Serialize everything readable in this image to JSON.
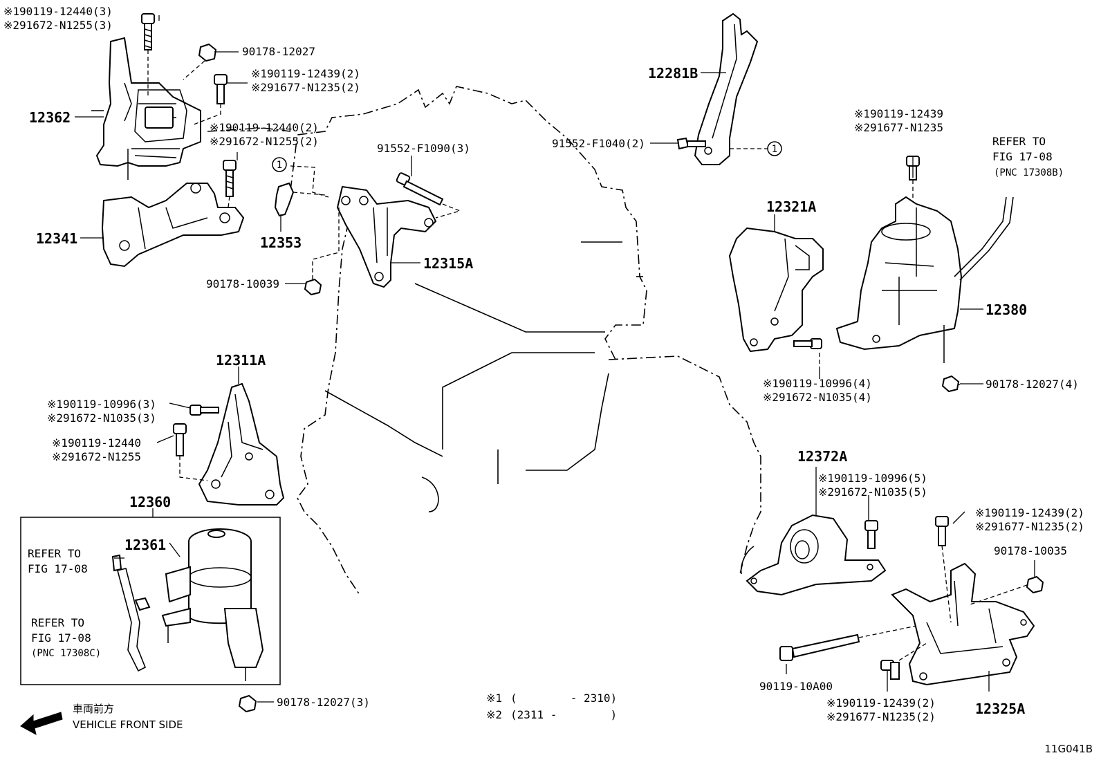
{
  "diagram_id": "11G041B",
  "callout_number": "1",
  "direction": {
    "label_jp": "車両前方",
    "label_en": "VEHICLE FRONT SIDE"
  },
  "date_notes": [
    {
      "mark": "※1",
      "text": "(        - 2310)"
    },
    {
      "mark": "※2",
      "text": "(2311 -        )"
    }
  ],
  "parts": {
    "p12362": "12362",
    "p12341": "12341",
    "p12353": "12353",
    "p12315A": "12315A",
    "p12281B": "12281B",
    "p12321A": "12321A",
    "p12380": "12380",
    "p12311A": "12311A",
    "p12360": "12360",
    "p12361": "12361",
    "p12372A": "12372A",
    "p12325A": "12325A"
  },
  "fasteners": {
    "f_tl_1": "※190119-12440(3)",
    "f_tl_2": "※291672-N1255(3)",
    "f_nut_top": "90178-12027",
    "f_tr_1": "※190119-12439(2)",
    "f_tr_2": "※291677-N1235(2)",
    "f_mid_1": "※190119-12440(2)",
    "f_mid_2": "※291672-N1255(2)",
    "f_91552_1090": "91552-F1090(3)",
    "f_91552_1040": "91552-F1040(2)",
    "f_90178_10039": "90178-10039",
    "f_rt_1": "※190119-12439",
    "f_rt_2": "※291677-N1235",
    "f_rm_1": "※190119-10996(4)",
    "f_rm_2": "※291672-N1035(4)",
    "f_90178_12027_4": "90178-12027(4)",
    "f_l_1": "※190119-10996(3)",
    "f_l_2": "※291672-N1035(3)",
    "f_l_3": "※190119-12440",
    "f_l_4": "※291672-N1255",
    "f_90178_12027_3": "90178-12027(3)",
    "f_br_1": "※190119-10996(5)",
    "f_br_2": "※291672-N1035(5)",
    "f_br_3": "※190119-12439(2)",
    "f_br_4": "※291677-N1235(2)",
    "f_90178_10035": "90178-10035",
    "f_90119_10A00": "90119-10A00",
    "f_br_5": "※190119-12439(2)",
    "f_br_6": "※291677-N1235(2)"
  },
  "references": {
    "ref_right_1": "REFER TO",
    "ref_right_2": "FIG 17-08",
    "ref_right_3": "(PNC 17308B)",
    "ref_left_a1": "REFER TO",
    "ref_left_a2": "FIG 17-08",
    "ref_left_b1": "REFER TO",
    "ref_left_b2": "FIG 17-08",
    "ref_left_b3": "(PNC 17308C)"
  }
}
